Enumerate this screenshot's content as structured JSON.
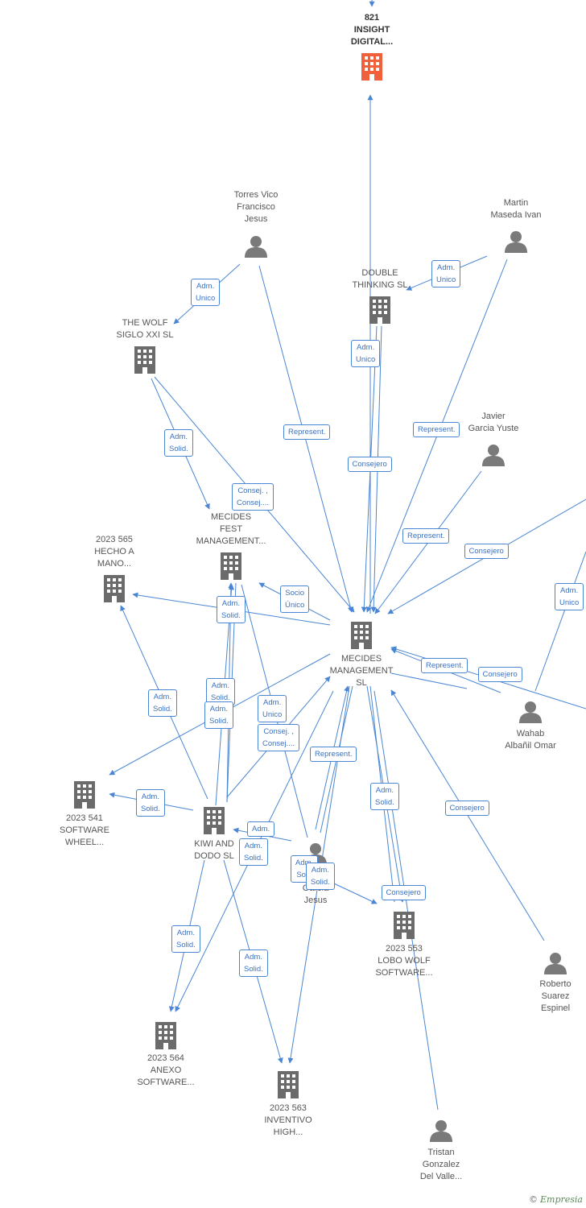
{
  "diagram": {
    "title": "",
    "colors": {
      "edge": "#4a86d4",
      "company": "#6b6b6b",
      "focus_company": "#f0603a",
      "person": "#7a7a7a"
    },
    "nodes": [
      {
        "id": "n821",
        "label": "821\nINSIGHT\nDIGITAL...",
        "type": "company",
        "focus": true
      },
      {
        "id": "torres",
        "label": "Torres Vico\nFrancisco\nJesus",
        "type": "person"
      },
      {
        "id": "martin",
        "label": "Martin\nMaseda Ivan",
        "type": "person"
      },
      {
        "id": "double",
        "label": "DOUBLE\nTHINKING SL",
        "type": "company"
      },
      {
        "id": "wolf",
        "label": "THE WOLF\nSIGLO XXI  SL",
        "type": "company"
      },
      {
        "id": "javier",
        "label": "Javier\nGarcia Yuste",
        "type": "person"
      },
      {
        "id": "fest",
        "label": "MECIDES\nFEST\nMANAGEMENT...",
        "type": "company"
      },
      {
        "id": "hecho",
        "label": "2023 565\nHECHO A\nMANO...",
        "type": "company"
      },
      {
        "id": "mecides",
        "label": "MECIDES\nMANAGEMENT\nSL",
        "type": "company"
      },
      {
        "id": "wahab",
        "label": "Wahab\nAlbañil Omar",
        "type": "person"
      },
      {
        "id": "wheel",
        "label": "2023 541\nSOFTWARE\nWHEEL...",
        "type": "company"
      },
      {
        "id": "kiwi",
        "label": "KIWI AND\nDODO  SL",
        "type": "company"
      },
      {
        "id": "garcia",
        "label": "Garcia\nJesus",
        "type": "person"
      },
      {
        "id": "lobo",
        "label": "2023 553\nLOBO WOLF\nSOFTWARE...",
        "type": "company"
      },
      {
        "id": "roberto",
        "label": "Roberto\nSuarez\nEspinel",
        "type": "person"
      },
      {
        "id": "anexo",
        "label": "2023 564\nANEXO\nSOFTWARE...",
        "type": "company"
      },
      {
        "id": "inventivo",
        "label": "2023 563\nINVENTIVO\nHIGH...",
        "type": "company"
      },
      {
        "id": "tristan",
        "label": "Tristan\nGonzalez\nDel Valle...",
        "type": "person"
      }
    ],
    "edge_labels": [
      "Adm.\nUnico",
      "Adm.\nUnico",
      "Adm.\nUnico",
      "Represent.",
      "Represent.",
      "Adm.\nSolid.",
      "Consejero",
      "Consej. ,\nConsej....",
      "Represent.",
      "Consejero",
      "Adm.\nUnico",
      "Socio\nÚnico",
      "Adm.\nSolid.",
      "Represent.",
      "Consejero",
      "Adm.\nSolid.",
      "Adm.\nSolid.",
      "Adm.\nSolid.",
      "Adm.\nUnico",
      "Consej. ,\nConsej....",
      "Represent.",
      "Adm.\nSolid.",
      "Adm.\nSolid.",
      "Consejero",
      "Adm.",
      "Adm.\nSolid.",
      "Adm.\nSo...",
      "Adm.\nSolid.",
      "Consejero",
      "Adm.\nSolid.",
      "Adm.\nSolid."
    ]
  },
  "footer": {
    "copyright": "©",
    "brand": "Empresia"
  }
}
